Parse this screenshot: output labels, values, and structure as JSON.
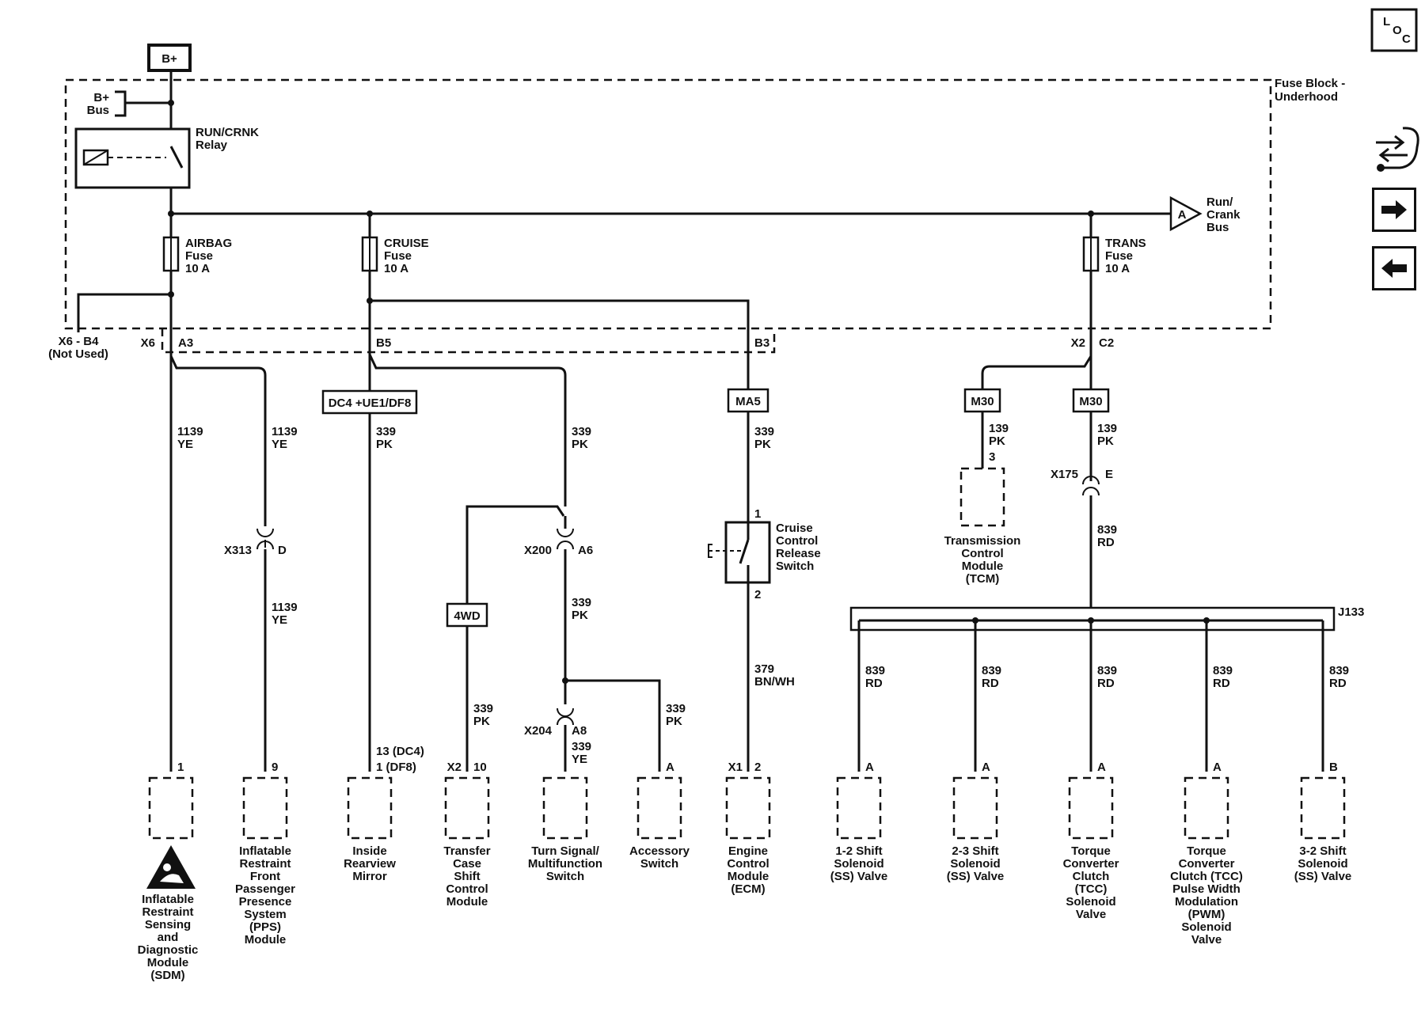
{
  "battery": "B+",
  "bus": {
    "line1": "B+",
    "line2": "Bus"
  },
  "relay": {
    "line1": "RUN/CRNK",
    "line2": "Relay"
  },
  "fuse_block": {
    "line1": "Fuse Block -",
    "line2": "Underhood"
  },
  "run_crank_bus": {
    "tag": "A",
    "line1": "Run/",
    "line2": "Crank",
    "line3": "Bus"
  },
  "fuses": [
    {
      "line1": "AIRBAG",
      "line2": "Fuse",
      "line3": "10 A"
    },
    {
      "line1": "CRUISE",
      "line2": "Fuse",
      "line3": "10 A"
    },
    {
      "line1": "TRANS",
      "line2": "Fuse",
      "line3": "10 A"
    }
  ],
  "connectors": {
    "x6_b4": {
      "line1": "X6 - B4",
      "line2": "(Not Used)"
    },
    "x6": "X6",
    "a3": "A3",
    "b5": "B5",
    "b3": "B3",
    "x2": "X2",
    "c2": "C2",
    "x313": "X313",
    "d": "D",
    "x200": "X200",
    "a6": "A6",
    "x204": "X204",
    "a8": "A8",
    "x175": "X175",
    "e": "E",
    "j133": "J133"
  },
  "options": {
    "dc4": "DC4 +UE1/DF8",
    "ma5": "MA5",
    "m30a": "M30",
    "m30b": "M30",
    "wd4": "4WD"
  },
  "wires": {
    "w1139_yel_a": {
      "n": "1139",
      "c": "YE"
    },
    "w1139_yel_b": {
      "n": "1139",
      "c": "YE"
    },
    "w1139_yel_c": {
      "n": "1139",
      "c": "YE"
    },
    "w339_mirror": {
      "n": "339",
      "c": "PK"
    },
    "w339_turn": {
      "n": "339",
      "c": "PK"
    },
    "w339_ecm": {
      "n": "339",
      "c": "PK"
    },
    "w339_4wd": {
      "n": "339",
      "c": "PK"
    },
    "w339_x200": {
      "n": "339",
      "c": "PK"
    },
    "w339_acc": {
      "n": "339",
      "c": "PK"
    },
    "w339_yel": {
      "n": "339",
      "c": "YE"
    },
    "w379": {
      "n": "379",
      "c": "BN/WH"
    },
    "w139_tcm": {
      "n": "139",
      "c": "PK"
    },
    "w139_x175": {
      "n": "139",
      "c": "PK"
    },
    "w839_main": {
      "n": "839",
      "c": "RD"
    },
    "w839_1": {
      "n": "839",
      "c": "RD"
    },
    "w839_2": {
      "n": "839",
      "c": "RD"
    },
    "w839_3": {
      "n": "839",
      "c": "RD"
    },
    "w839_4": {
      "n": "839",
      "c": "RD"
    },
    "w839_5": {
      "n": "839",
      "c": "RD"
    }
  },
  "switch": {
    "line1": "Cruise",
    "line2": "Control",
    "line3": "Release",
    "line4": "Switch",
    "pin_top": "1",
    "pin_bottom": "2"
  },
  "tcm_pin": "3",
  "pins": {
    "sdm": "1",
    "pps": "9",
    "mirror1": "13 (DC4)",
    "mirror2": "1 (DF8)",
    "tcase_conn": "X2",
    "tcase_pin": "10",
    "acc": "A",
    "ecm_conn": "X1",
    "ecm_pin": "2",
    "s12": "A",
    "s23": "A",
    "tcc": "A",
    "pwm": "A",
    "s32": "B"
  },
  "components": {
    "tcm": [
      "Transmission",
      "Control",
      "Module",
      "(TCM)"
    ],
    "sdm": [
      "Inflatable",
      "Restraint",
      "Sensing",
      "and",
      "Diagnostic",
      "Module",
      "(SDM)"
    ],
    "pps": [
      "Inflatable",
      "Restraint",
      "Front",
      "Passenger",
      "Presence",
      "System",
      "(PPS)",
      "Module"
    ],
    "mirror": [
      "Inside",
      "Rearview",
      "Mirror"
    ],
    "tcase": [
      "Transfer",
      "Case",
      "Shift",
      "Control",
      "Module"
    ],
    "turn": [
      "Turn Signal/",
      "Multifunction",
      "Switch"
    ],
    "acc": [
      "Accessory",
      "Switch"
    ],
    "ecm": [
      "Engine",
      "Control",
      "Module",
      "(ECM)"
    ],
    "s12": [
      "1-2 Shift",
      "Solenoid",
      "(SS) Valve"
    ],
    "s23": [
      "2-3 Shift",
      "Solenoid",
      "(SS) Valve"
    ],
    "tcc": [
      "Torque",
      "Converter",
      "Clutch",
      "(TCC)",
      "Solenoid",
      "Valve"
    ],
    "pwm": [
      "Torque",
      "Converter",
      "Clutch (TCC)",
      "Pulse Width",
      "Modulation",
      "(PWM)",
      "Solenoid",
      "Valve"
    ],
    "s32": [
      "3-2 Shift",
      "Solenoid",
      "(SS) Valve"
    ]
  },
  "loc": {
    "l": "L",
    "o": "O",
    "c": "C"
  },
  "nav": {
    "schematic_icon": "schematic-navigation-icon",
    "next_icon": "arrow-right-icon",
    "prev_icon": "arrow-left-icon"
  }
}
